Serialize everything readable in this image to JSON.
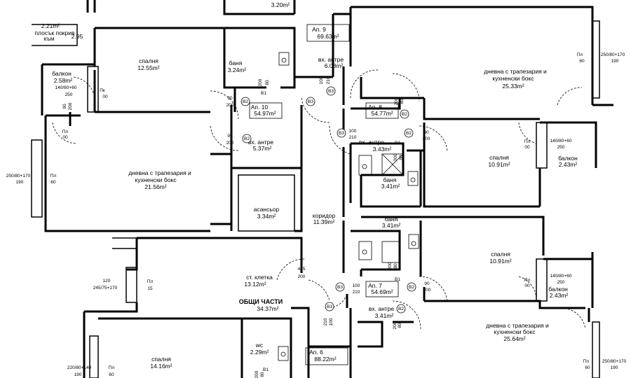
{
  "rooms": {
    "plosak": {
      "name": "плосък покрив",
      "area": "2.21m²"
    },
    "plosak2": {
      "name": "към",
      "area": "2.95"
    },
    "top_small": {
      "area": "3.20m²"
    },
    "ap9": {
      "name": "Ап. 9",
      "area": "69.63m²"
    },
    "vh9": {
      "name": "вх. антре",
      "area": "6.08m²"
    },
    "spalnya_nw": {
      "name": "спалня",
      "area": "12.55m²"
    },
    "banya_nw": {
      "name": "баня",
      "area": "3.24m²"
    },
    "balkon_w": {
      "name": "балкон",
      "area": "2.58m²"
    },
    "dnevna_ne": {
      "name": "дневна с трапезария и",
      "name2": "кухненски бокс",
      "area": "25.33m²"
    },
    "ap10": {
      "name": "Ап. 10",
      "area": "54.97m²"
    },
    "vh10": {
      "name": "вх. антре",
      "area": "5.37m²"
    },
    "ap8": {
      "name": "Ап. 8",
      "area": "54.77m²"
    },
    "vh8": {
      "name": "вх. антре",
      "area": "3.43m²"
    },
    "banya_c1": {
      "name": "баня",
      "area": "3.41m²"
    },
    "spalnya_e1": {
      "name": "спалня",
      "area": "10.91m²"
    },
    "balkon_e1": {
      "name": "балкон",
      "area": "2.43m²"
    },
    "dnevna_w": {
      "name": "дневна с трапезария и",
      "name2": "кухненски бокс",
      "area": "21.56m²"
    },
    "asansor": {
      "name": "асансьор",
      "area": "3.34m²"
    },
    "koridor": {
      "name": "коридор",
      "area": "11.39m²"
    },
    "banya_c2": {
      "name": "баня",
      "area": "3.41m²"
    },
    "spalnya_e2": {
      "name": "спалня",
      "area": "10.91m²"
    },
    "balkon_e2": {
      "name": "балкон",
      "area": "2.43m²"
    },
    "stkletka": {
      "name": "ст. клетка",
      "area": "13.12m²"
    },
    "obshti": {
      "name": "ОБЩИ ЧАСТИ",
      "area": "34.37m²"
    },
    "ap7": {
      "name": "Ап. 7",
      "area": "54.69m²"
    },
    "vh7": {
      "name": "вх. антре",
      "area": "3.41m²"
    },
    "dnevna_se": {
      "name": "дневна с трапезария и",
      "name2": "кухненски бокс",
      "area": "25.64m²"
    },
    "spalnya_sw": {
      "name": "спалня",
      "area": "14.16m²"
    },
    "wc": {
      "name": "wc",
      "area": "2.29m²"
    },
    "ap6": {
      "name": "Ап. 6",
      "area": "88.22m²"
    }
  },
  "dims": {
    "d90": "90",
    "d200": "200",
    "d80": "80",
    "d100": "100",
    "d210": "210",
    "d60": "60",
    "d00": "00",
    "d250": "250",
    "d190": "190",
    "d485": "485",
    "d120": "120",
    "d15": "15",
    "pl": "Пл",
    "pk": "Пк",
    "w250_80_170": "250/80+170",
    "w140_80_60": "140/80+60",
    "w245_75_170": "245/75+170",
    "w220_80_140": "220/80+140"
  },
  "tags": {
    "b1": "В1",
    "b2": "В2",
    "b3": "В3"
  }
}
